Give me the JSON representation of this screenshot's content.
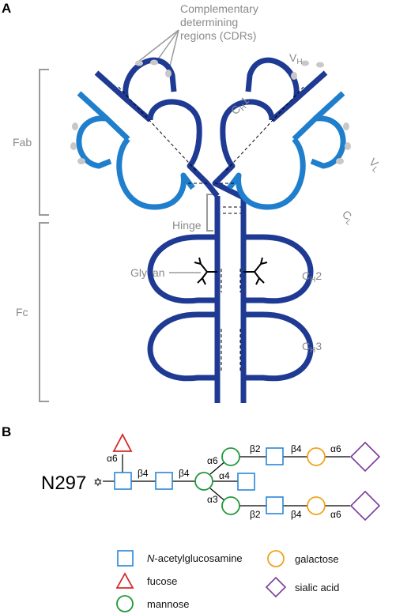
{
  "panel_a": {
    "label": "A",
    "cdr_title": [
      "Complementary",
      "determining",
      "regions (CDRs)"
    ],
    "fab": "Fab",
    "fc": "Fc",
    "hinge": "Hinge",
    "glycan": "Glycan",
    "domains": {
      "vh": {
        "main": "V",
        "sub": "H"
      },
      "vl": {
        "main": "V",
        "sub": "L"
      },
      "ch1": {
        "main": "C",
        "sub": "H",
        "suffix": "1"
      },
      "cl": {
        "main": "C",
        "sub": "L"
      },
      "ch2": {
        "main": "C",
        "sub": "H",
        "suffix": "2"
      },
      "ch3": {
        "main": "C",
        "sub": "H",
        "suffix": "3"
      }
    }
  },
  "panel_b": {
    "label": "B",
    "site": "N297",
    "linkages": {
      "fucose": "α6",
      "glcnac1_glcnac2": "β4",
      "glcnac2_man": "β4",
      "upper_arm": "α6",
      "bisect": "α4",
      "lower_arm": "α3",
      "upper_glcnac": "β2",
      "upper_gal": "β4",
      "upper_sia": "α6",
      "lower_glcnac": "β2",
      "lower_gal": "β4",
      "lower_sia": "α6"
    },
    "legend": {
      "glcnac_italic": "N",
      "glcnac_rest": "-acetylglucosamine",
      "fucose": "fucose",
      "mannose": "mannose",
      "galactose": "galactose",
      "sialic_acid": "sialic acid"
    },
    "colors": {
      "glcnac": "#2a86d8",
      "fucose": "#d42a2a",
      "mannose": "#1f9a3b",
      "galactose": "#f0a21c",
      "sialic_acid": "#7b3b9a",
      "heavy_chain": "#1f3a93",
      "light_chain": "#1f7fcc"
    }
  }
}
